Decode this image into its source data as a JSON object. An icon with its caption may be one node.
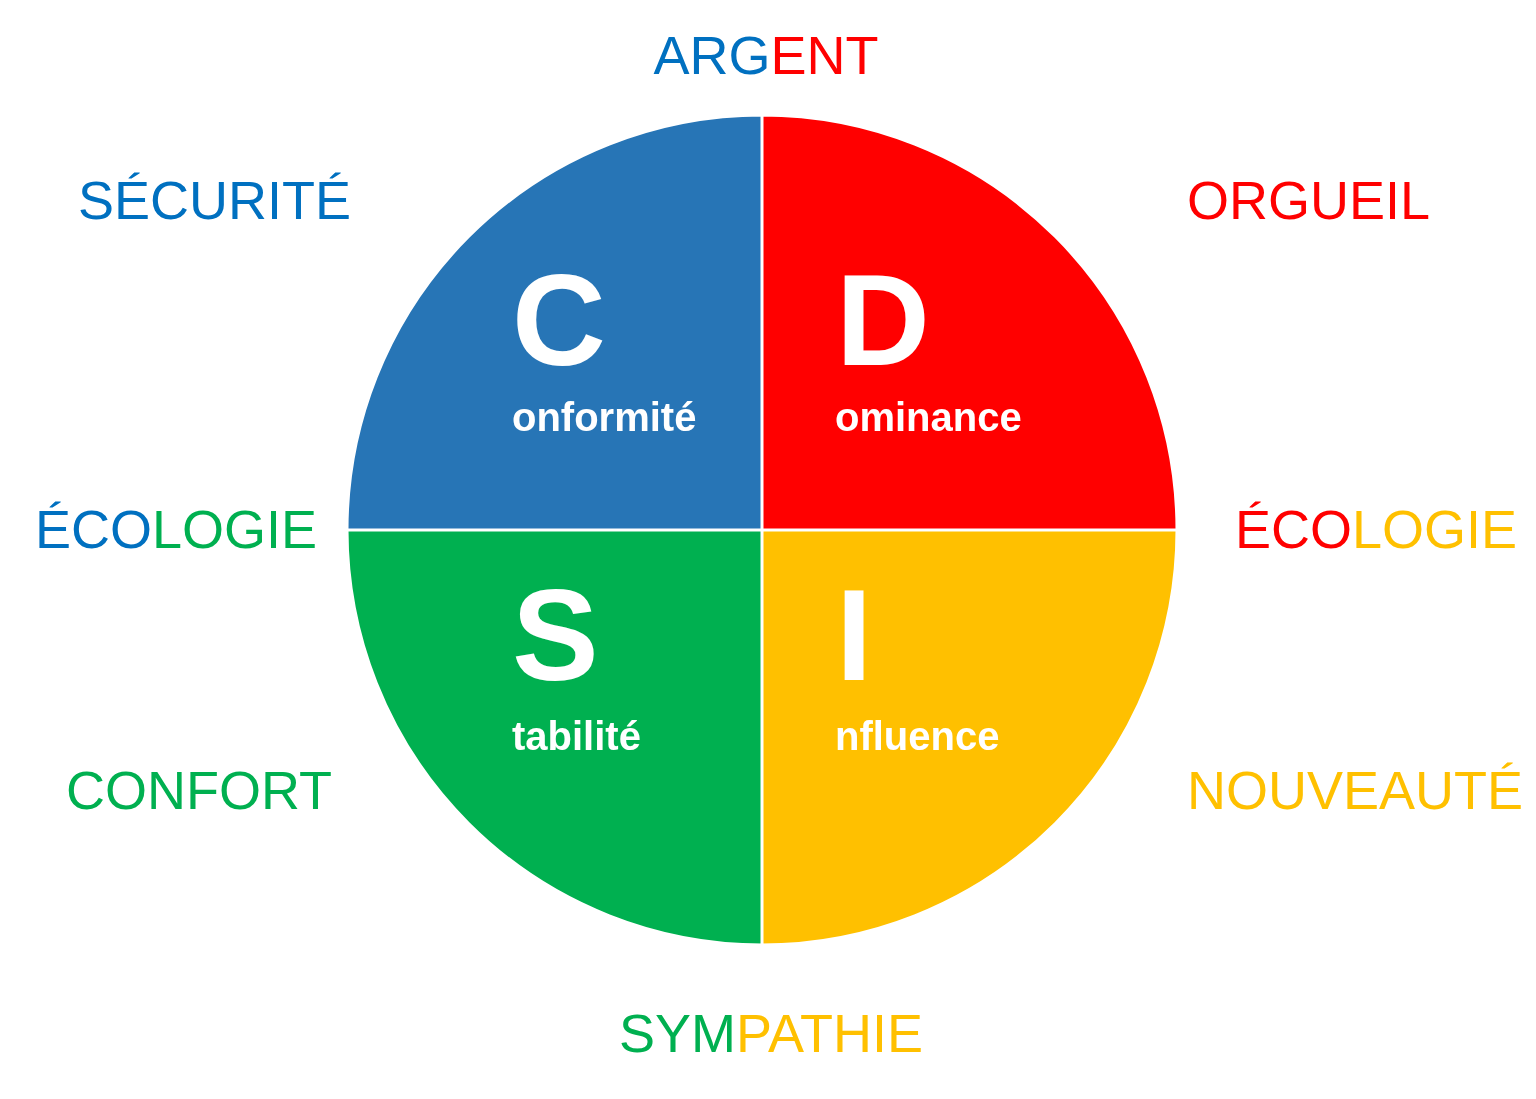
{
  "diagram": {
    "nodes": [
      {
        "text": [
          "C",
          "onformité"
        ]
      },
      {
        "text": [
          "D",
          "ominance"
        ]
      },
      {
        "text": [
          "S",
          "tabilité"
        ]
      },
      {
        "text": [
          "I",
          "nfluence"
        ]
      }
    ],
    "labels": [
      "ARGENT",
      "SÉCURITÉ",
      "ORGUEIL",
      "ÉCOLOGIE",
      "ÉCOLOGIE",
      "CONFORT",
      "NOUVEAUTÉ",
      "SYMPATHIE"
    ]
  }
}
